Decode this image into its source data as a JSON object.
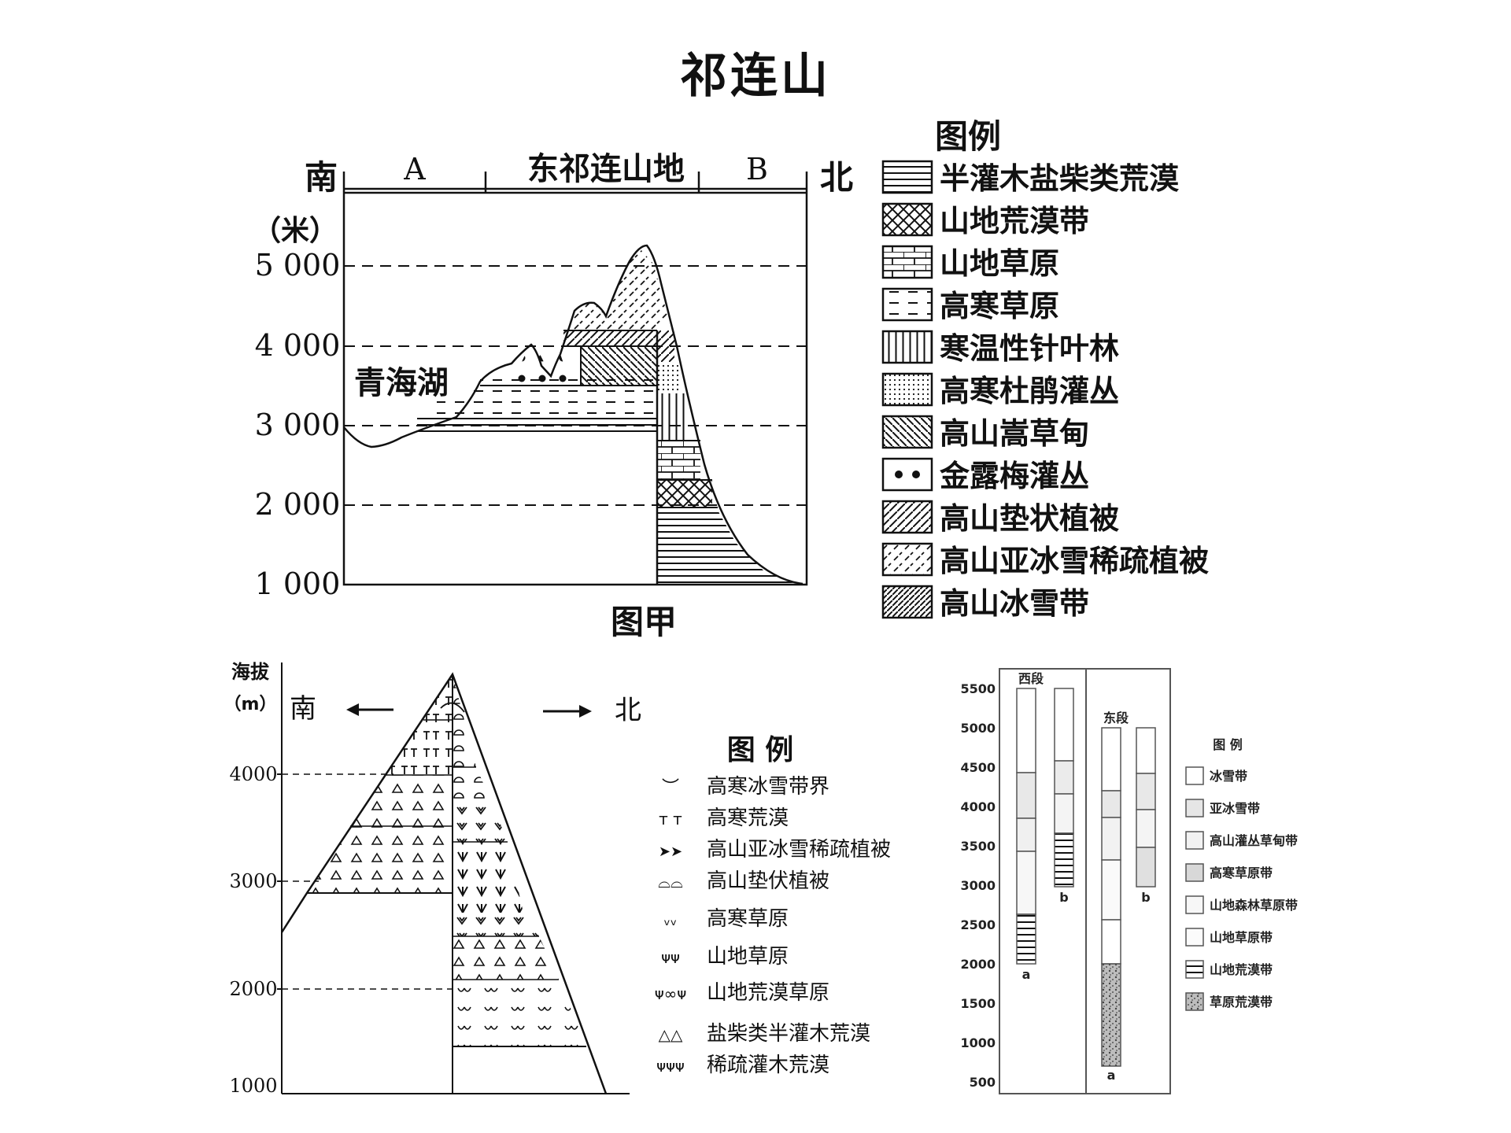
{
  "title": "祁连山",
  "fig1": {
    "caption": "图甲",
    "dir_south": "南",
    "dir_north": "北",
    "zone_a": "A",
    "zone_mid": "东祁连山地",
    "zone_b": "B",
    "unit": "（米）",
    "yticks": [
      "5 000",
      "4 000",
      "3 000",
      "2 000",
      "1 000"
    ],
    "lake": "青海湖",
    "legend_title": "图例",
    "legend": [
      "半灌木盐柴类荒漠",
      "山地荒漠带",
      "山地草原",
      "高寒草原",
      "寒温性针叶林",
      "高寒杜鹃灌丛",
      "高山嵩草甸",
      "金露梅灌丛",
      "高山垫状植被",
      "高山亚冰雪稀疏植被",
      "高山冰雪带"
    ]
  },
  "fig2": {
    "ylabel1": "海拔",
    "ylabel2": "（m）",
    "dir_south": "南",
    "dir_north": "北",
    "yticks": [
      "4000",
      "3000",
      "2000",
      "1000"
    ],
    "legend_title": "图  例",
    "legend": [
      "高寒冰雪带界",
      "高寒荒漠",
      "高山亚冰雪稀疏植被",
      "高山垫伏植被",
      "高寒草原",
      "山地草原",
      "山地荒漠草原",
      "盐柴类半灌木荒漠",
      "稀疏灌木荒漠"
    ],
    "legend_symbols": [
      "︶",
      "ᴛ ᴛ",
      "➤➤",
      "⌓⌓",
      "ᵥᵥ",
      "ᴪᴪ",
      "ᴪ∞ᴪ",
      "△△",
      "ᴪᴪᴪ"
    ]
  },
  "fig3": {
    "yticks": [
      "5500",
      "5000",
      "4500",
      "4000",
      "3500",
      "3000",
      "2500",
      "2000",
      "1500",
      "1000",
      "500"
    ],
    "west_label": "西段",
    "east_label": "东段",
    "col_a": "a",
    "col_b": "b",
    "legend_title": "图 例",
    "legend": [
      "冰雪带",
      "亚冰雪带",
      "高山灌丛草甸带",
      "高寒草原带",
      "山地森林草原带",
      "山地草原带",
      "山地荒漠带",
      "草原荒漠带"
    ]
  }
}
